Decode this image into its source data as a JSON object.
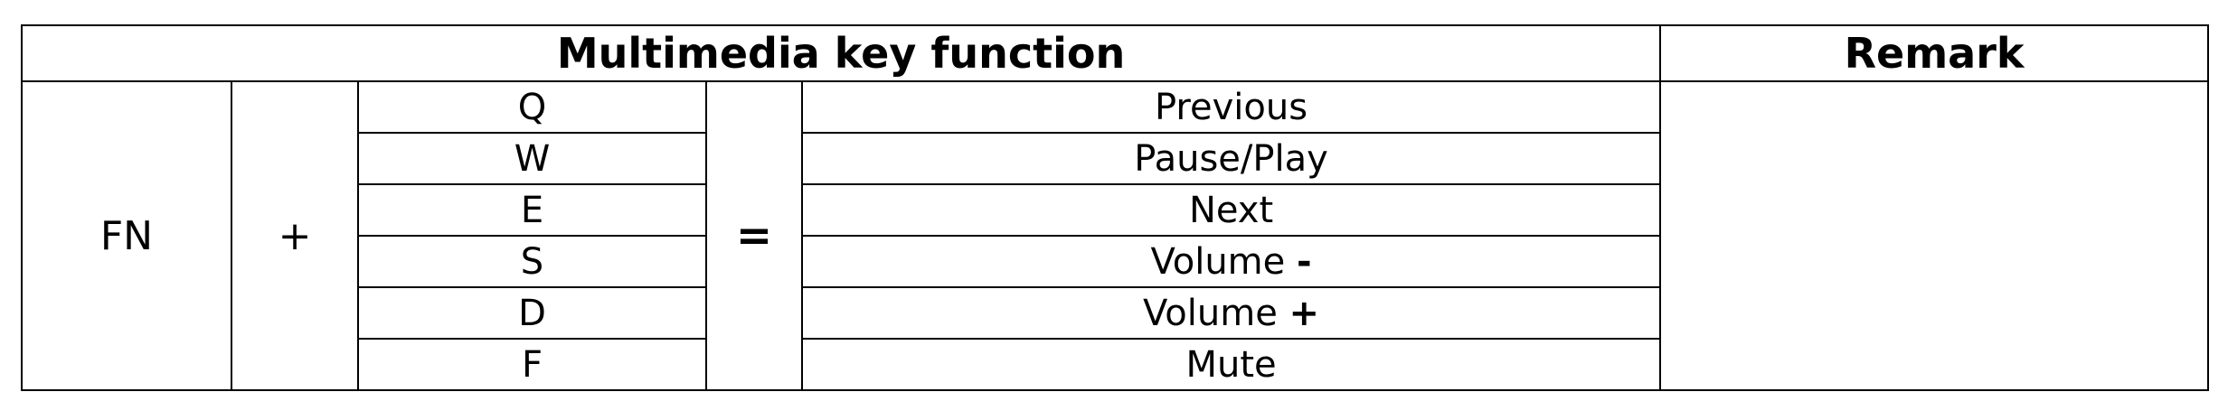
{
  "table": {
    "header": {
      "function": "Multimedia key function",
      "remark": "Remark"
    },
    "modifier": "FN",
    "plus": "+",
    "equals": "=",
    "rows": [
      {
        "key": "Q",
        "label": "Previous",
        "symbol": ""
      },
      {
        "key": "W",
        "label": "Pause/Play",
        "symbol": ""
      },
      {
        "key": "E",
        "label": "Next",
        "symbol": ""
      },
      {
        "key": "S",
        "label": "Volume ",
        "symbol": "-"
      },
      {
        "key": "D",
        "label": "Volume ",
        "symbol": "+"
      },
      {
        "key": "F",
        "label": "Mute",
        "symbol": ""
      }
    ],
    "remark_text": ""
  }
}
